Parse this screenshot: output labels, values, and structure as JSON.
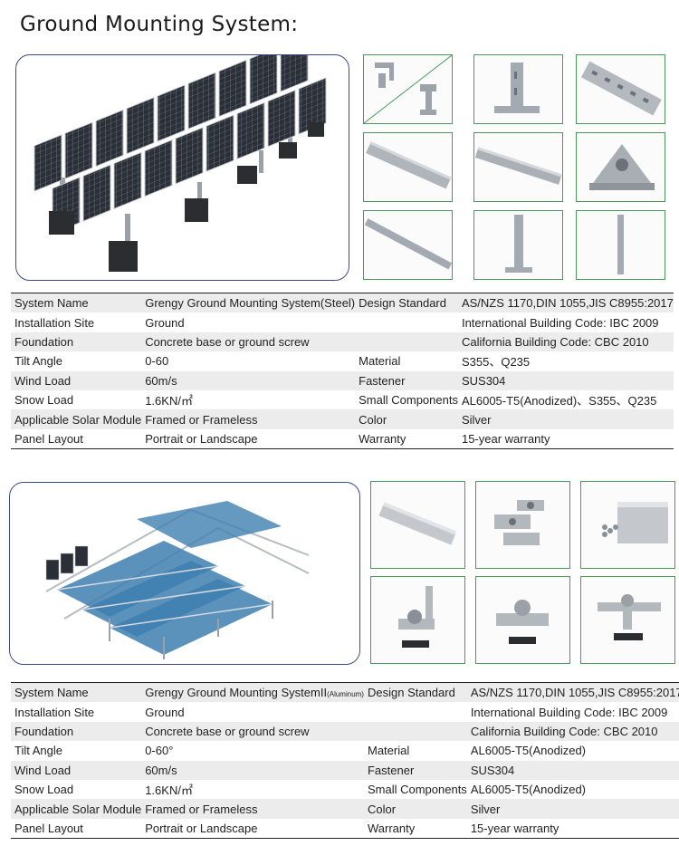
{
  "title": "Ground Mounting System:",
  "system1": {
    "rows": [
      {
        "k1": "System Name",
        "v1": "Grengy Ground Mounting System(Steel)",
        "k2": "Design Standard",
        "v2": "AS/NZS 1170,DIN 1055,JIS C8955:2017"
      },
      {
        "k1": "Installation Site",
        "v1": "Ground",
        "k2": "",
        "v2": "International Building Code: IBC 2009"
      },
      {
        "k1": "Foundation",
        "v1": "Concrete base or ground screw",
        "k2": "",
        "v2": "California Building Code: CBC 2010"
      },
      {
        "k1": "Tilt Angle",
        "v1": "0-60",
        "k2": "Material",
        "v2": "S355、Q235"
      },
      {
        "k1": "Wind Load",
        "v1": "60m/s",
        "k2": "Fastener",
        "v2": "SUS304"
      },
      {
        "k1": "Snow Load",
        "v1": "1.6KN/㎡",
        "k2": "Small Components",
        "v2": "AL6005-T5(Anodized)、S355、Q235"
      },
      {
        "k1": "Applicable Solar Module",
        "v1": "Framed or Frameless",
        "k2": "Color",
        "v2": "Silver"
      },
      {
        "k1": "Panel Layout",
        "v1": "Portrait or Landscape",
        "k2": "Warranty",
        "v2": "15-year warranty"
      }
    ]
  },
  "system2": {
    "name_main": "Grengy Ground Mounting SystemII",
    "name_suffix": "(Aluminum)",
    "rows": [
      {
        "k1": "System Name",
        "v1": "",
        "k2": "Design Standard",
        "v2": "AS/NZS 1170,DIN 1055,JIS C8955:2017"
      },
      {
        "k1": "Installation Site",
        "v1": "Ground",
        "k2": "",
        "v2": "International Building Code: IBC 2009"
      },
      {
        "k1": "Foundation",
        "v1": "Concrete base or ground screw",
        "k2": "",
        "v2": "California Building Code: CBC 2010"
      },
      {
        "k1": "Tilt Angle",
        "v1": "0-60°",
        "k2": "Material",
        "v2": "AL6005-T5(Anodized)"
      },
      {
        "k1": "Wind Load",
        "v1": "60m/s",
        "k2": "Fastener",
        "v2": "SUS304"
      },
      {
        "k1": "Snow Load",
        "v1": "1.6KN/㎡",
        "k2": "Small Components",
        "v2": "AL6005-T5(Anodized)"
      },
      {
        "k1": "Applicable Solar Module",
        "v1": "Framed or Frameless",
        "k2": "Color",
        "v2": "Silver"
      },
      {
        "k1": "Panel Layout",
        "v1": "Portrait or Landscape",
        "k2": "Warranty",
        "v2": "15-year warranty"
      }
    ]
  }
}
